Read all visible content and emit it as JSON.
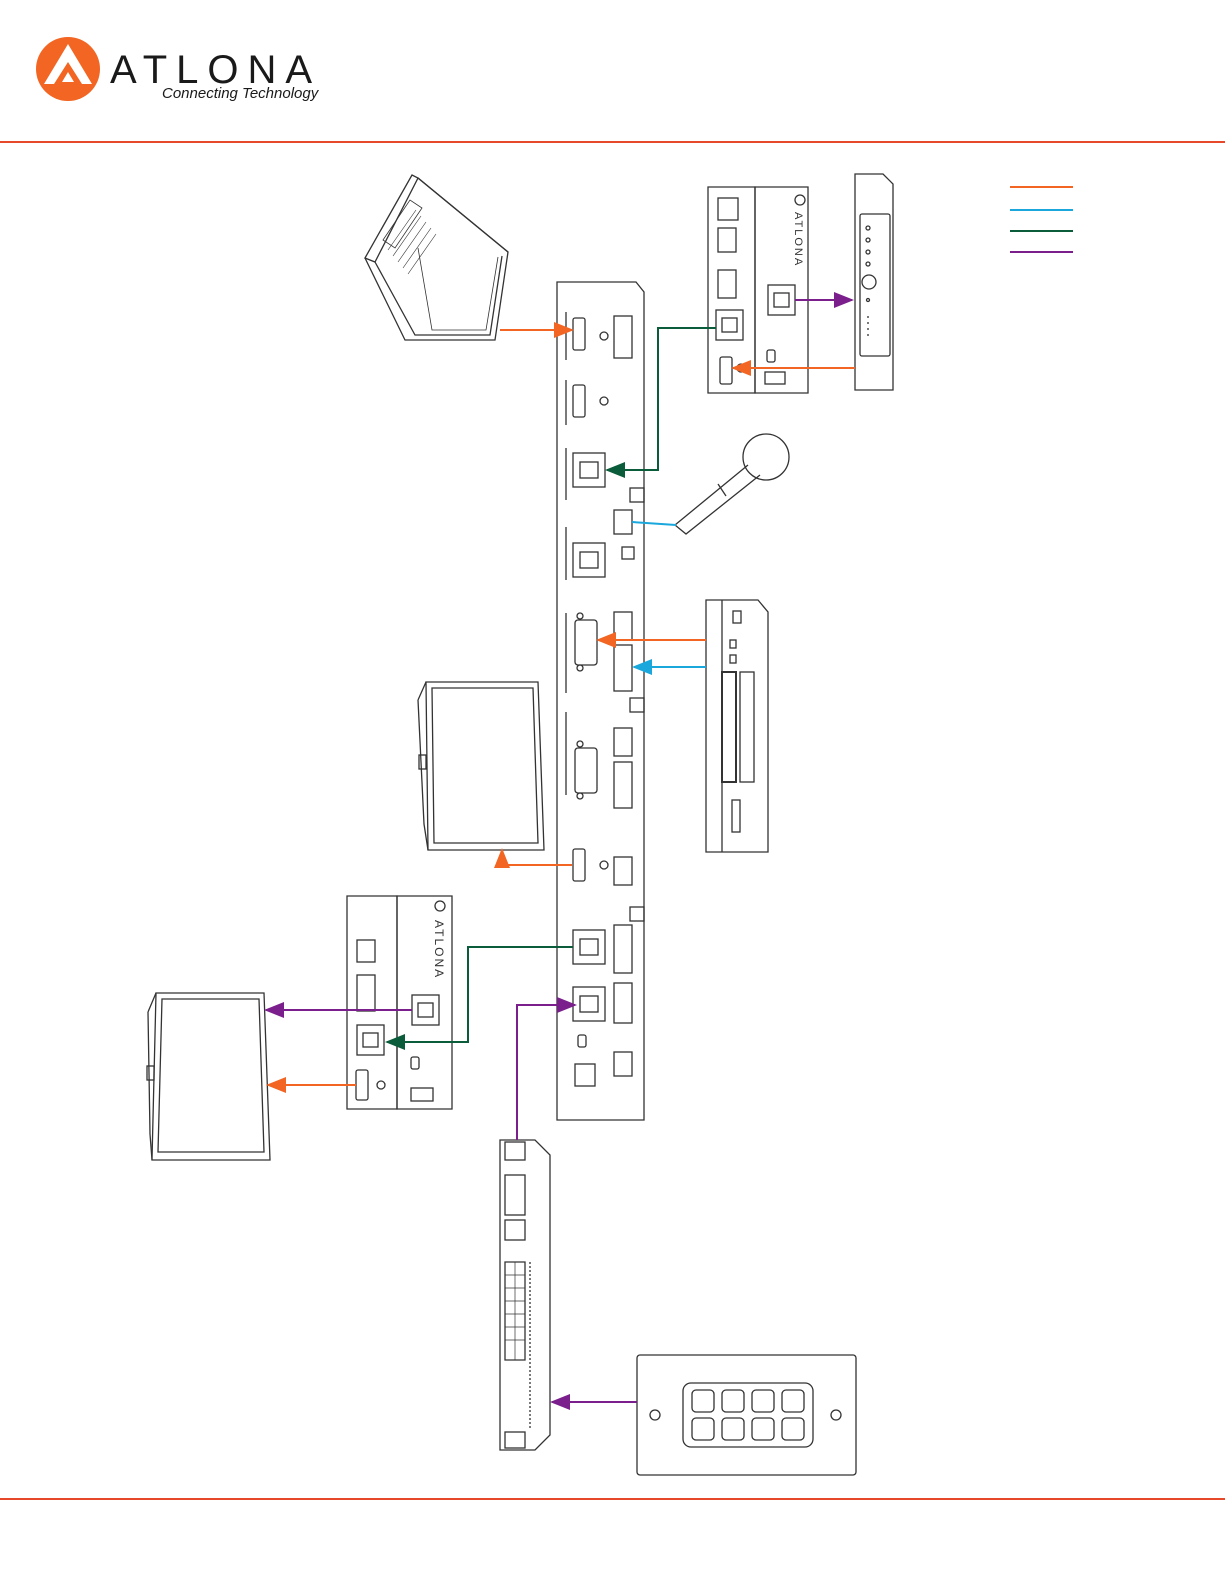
{
  "brand": {
    "name": "ATLONA",
    "tagline": "Connecting Technology",
    "logo_color": "#f26522"
  },
  "colors": {
    "rule": "#e8482a",
    "hdmi": "#f26522",
    "audio": "#1aa7dc",
    "hdbaset": "#0a5c3a",
    "ethernet": "#7a1f8c",
    "outline": "#333333"
  },
  "legend": {
    "entries": [
      {
        "color": "#f26522",
        "label": ""
      },
      {
        "color": "#1aa7dc",
        "label": ""
      },
      {
        "color": "#0a5c3a",
        "label": ""
      },
      {
        "color": "#7a1f8c",
        "label": ""
      }
    ]
  },
  "devices": [
    {
      "id": "laptop",
      "icon": "laptop-icon"
    },
    {
      "id": "switcher",
      "icon": "switcher-icon"
    },
    {
      "id": "transmitter-top",
      "icon": "transmitter-icon",
      "brand": "ATLONA"
    },
    {
      "id": "display-box",
      "icon": "controller-icon"
    },
    {
      "id": "microphone",
      "icon": "microphone-icon"
    },
    {
      "id": "media-player",
      "icon": "media-player-icon"
    },
    {
      "id": "monitor-middle",
      "icon": "monitor-icon"
    },
    {
      "id": "receiver-bottom",
      "icon": "receiver-icon",
      "brand": "ATLONA"
    },
    {
      "id": "monitor-left",
      "icon": "monitor-icon"
    },
    {
      "id": "network-switch",
      "icon": "network-switch-icon"
    },
    {
      "id": "keypad",
      "icon": "keypad-icon"
    }
  ]
}
